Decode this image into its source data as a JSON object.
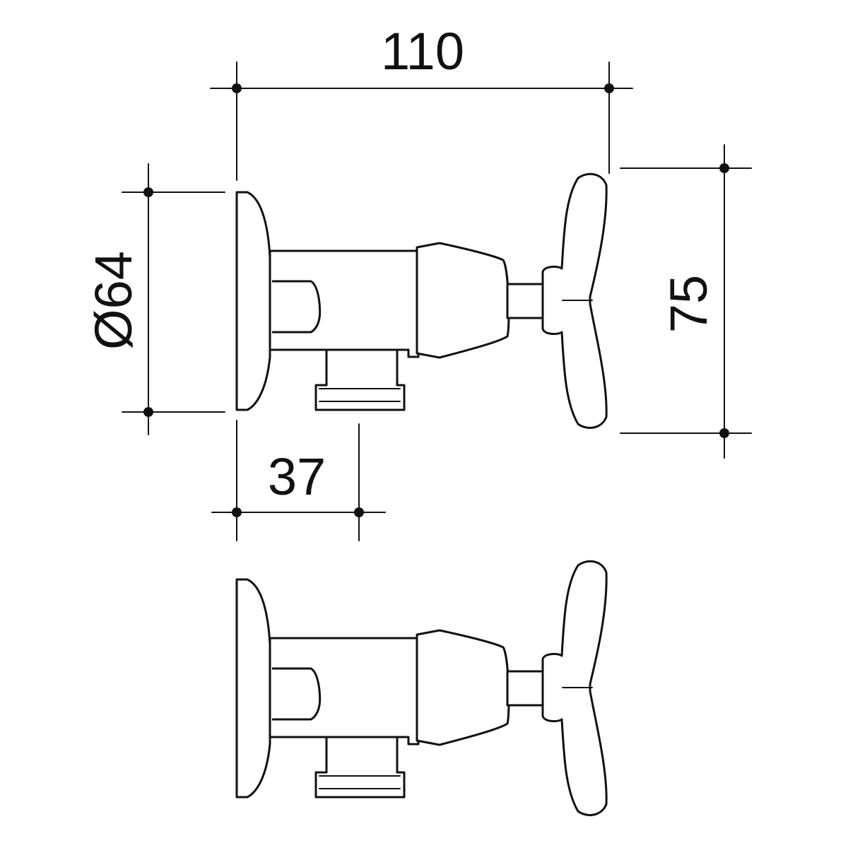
{
  "drawing": {
    "dimensions": {
      "overall_width": "110",
      "flange_diameter": "Ø64",
      "handle_height": "75",
      "flange_to_outlet": "37"
    }
  }
}
